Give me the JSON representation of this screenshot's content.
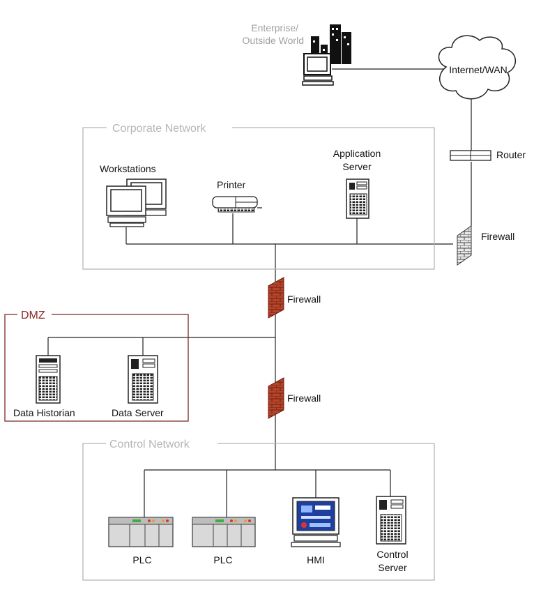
{
  "colors": {
    "zone_border": "#b5b5b5",
    "dmz_border": "#7a2525",
    "dmz_title": "#8c2a2a",
    "line": "#222222",
    "firewall_brick": "#b5462a",
    "firewall_mortar": "#6e1e10",
    "screen_blue": "#1f3f9e"
  },
  "enterprise": {
    "label_line1": "Enterprise/",
    "label_line2": "Outside World"
  },
  "internet": {
    "label": "Internet/WAN"
  },
  "router": {
    "label": "Router"
  },
  "corporate": {
    "title": "Corporate Network",
    "workstations_label": "Workstations",
    "printer_label": "Printer",
    "app_server_line1": "Application",
    "app_server_line2": "Server"
  },
  "firewalls": {
    "outer_label": "Firewall",
    "upper_label": "Firewall",
    "lower_label": "Firewall"
  },
  "dmz": {
    "title": "DMZ",
    "historian_label": "Data Historian",
    "data_server_label": "Data Server"
  },
  "control": {
    "title": "Control Network",
    "plc1_label": "PLC",
    "plc2_label": "PLC",
    "hmi_label": "HMI",
    "control_server_line1": "Control",
    "control_server_line2": "Server"
  }
}
